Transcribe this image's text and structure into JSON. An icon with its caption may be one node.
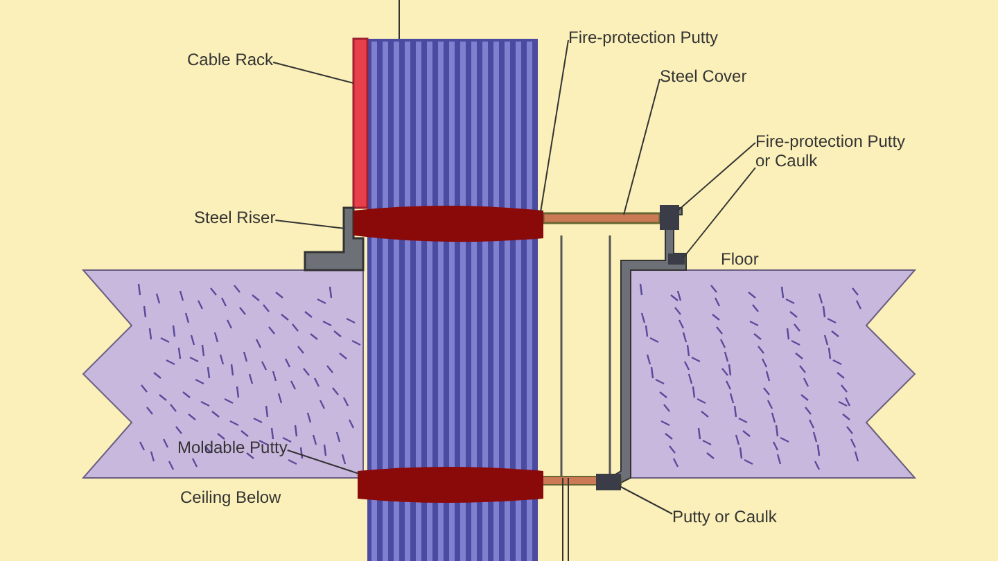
{
  "diagram": {
    "nodes": [
      {
        "text": [
          "Cable Rack"
        ]
      },
      {
        "text": [],
        "shape": "bar"
      },
      {
        "text": [
          "Fire-protection Putty"
        ]
      },
      {
        "text": [],
        "shape": "box"
      },
      {
        "text": [
          "Steel Cover"
        ]
      },
      {
        "text": [],
        "shape": "bar"
      },
      {
        "text": [
          "Fire-protection Putty or Caulk"
        ]
      },
      {
        "text": [],
        "shape": "box"
      },
      {
        "text": [],
        "shape": "box"
      },
      {
        "text": [
          "Steel Riser"
        ]
      },
      {
        "text": [],
        "shape": "bar"
      },
      {
        "text": [
          "Moldable Putty"
        ]
      },
      {
        "text": [],
        "shape": "box"
      },
      {
        "text": [
          "Putty or Caulk"
        ]
      },
      {
        "text": [],
        "shape": "box"
      },
      {
        "text": [],
        "shape": "picture"
      },
      {
        "text": [],
        "shape": "bar"
      }
    ],
    "edges": [
      {
        "from": 0,
        "to": 1,
        "arrow": "none"
      },
      {
        "from": 2,
        "to": 3,
        "arrow": "none"
      },
      {
        "from": 4,
        "to": 5,
        "arrow": "none"
      },
      {
        "from": 6,
        "to": 7,
        "arrow": "none"
      },
      {
        "from": 6,
        "to": 8,
        "arrow": "none"
      },
      {
        "from": 9,
        "to": 10,
        "arrow": "none"
      },
      {
        "from": 11,
        "to": 12,
        "arrow": "none"
      },
      {
        "from": 13,
        "to": 14,
        "arrow": "none"
      },
      {
        "from": null,
        "to": 15,
        "arrow": "none"
      },
      {
        "from": null,
        "to": 16,
        "arrow": "none"
      },
      {
        "from": null,
        "to": 16,
        "arrow": "none"
      }
    ],
    "labels": [
      "Floor",
      "Ceiling Below"
    ]
  }
}
